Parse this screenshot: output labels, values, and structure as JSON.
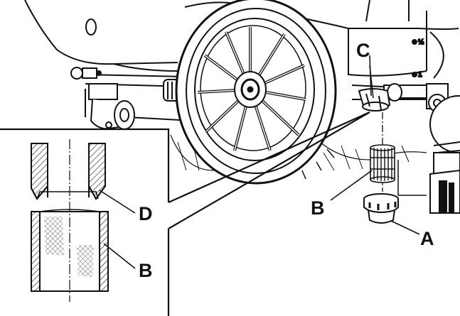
{
  "diagram": {
    "callouts": {
      "a": "A",
      "b_main": "B",
      "c": "C",
      "d": "D",
      "b_detail": "B"
    },
    "dial_marks": {
      "top": "½",
      "bottom": "1"
    },
    "parts": [
      {
        "id": "A",
        "name": "cap"
      },
      {
        "id": "B",
        "name": "filter-cartridge"
      },
      {
        "id": "C",
        "name": "drain-fitting"
      },
      {
        "id": "D",
        "name": "tube-end"
      }
    ]
  }
}
